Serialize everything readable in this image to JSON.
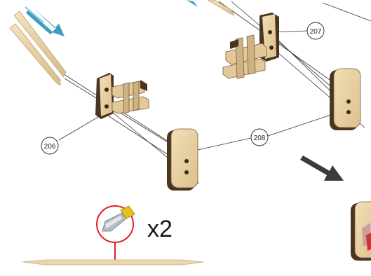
{
  "callouts": {
    "part_206": "206",
    "part_207": "207",
    "part_208": "208"
  },
  "tool_detail": {
    "multiplier": "x2"
  },
  "colors": {
    "wood": "#e8d3a4",
    "wood_shade": "#cdb283",
    "wood_dark": "#4a3422",
    "pin": "#e6cc9e",
    "arrow_blue": "#3f9bc0",
    "arrow_dark": "#3a3a3a",
    "detail_circle": "#e02020",
    "blade_yellow": "#e8c21a"
  }
}
